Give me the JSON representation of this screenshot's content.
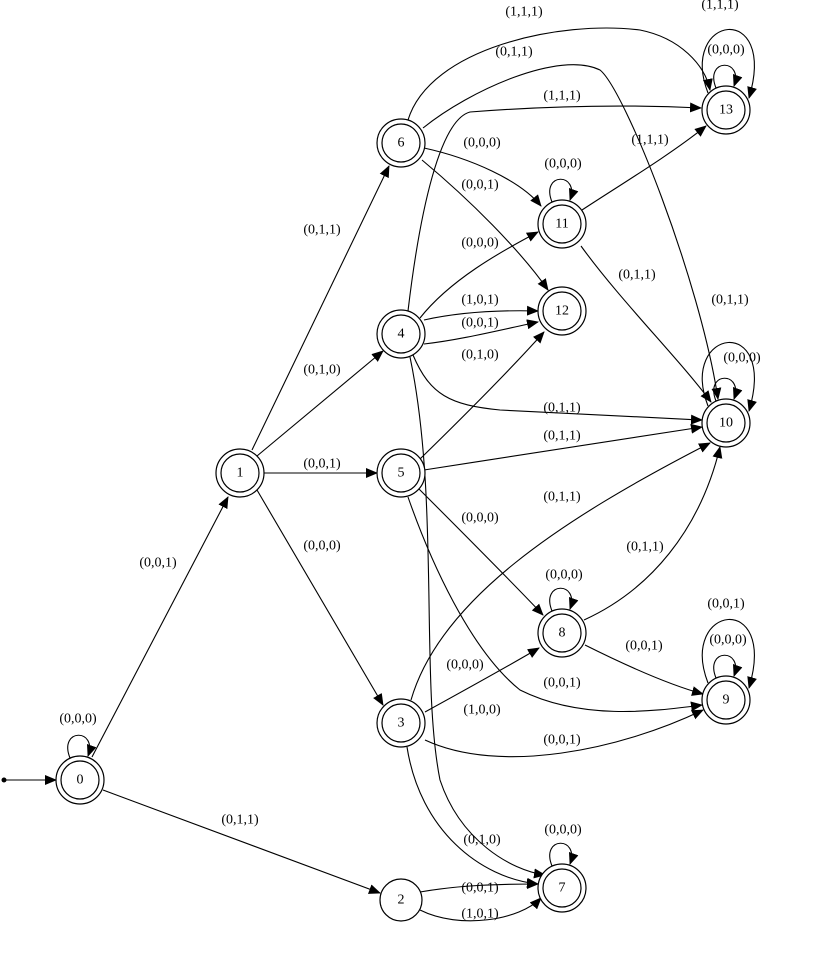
{
  "diagram": {
    "type": "state-machine",
    "initial_state": "0",
    "nodes": [
      {
        "id": "0",
        "label": "0",
        "accepting": true
      },
      {
        "id": "1",
        "label": "1",
        "accepting": true
      },
      {
        "id": "2",
        "label": "2",
        "accepting": false
      },
      {
        "id": "3",
        "label": "3",
        "accepting": true
      },
      {
        "id": "4",
        "label": "4",
        "accepting": true
      },
      {
        "id": "5",
        "label": "5",
        "accepting": true
      },
      {
        "id": "6",
        "label": "6",
        "accepting": true
      },
      {
        "id": "7",
        "label": "7",
        "accepting": true
      },
      {
        "id": "8",
        "label": "8",
        "accepting": true
      },
      {
        "id": "9",
        "label": "9",
        "accepting": true
      },
      {
        "id": "10",
        "label": "10",
        "accepting": true
      },
      {
        "id": "11",
        "label": "11",
        "accepting": true
      },
      {
        "id": "12",
        "label": "12",
        "accepting": true
      },
      {
        "id": "13",
        "label": "13",
        "accepting": true
      }
    ],
    "edges": [
      {
        "from": "0",
        "to": "0",
        "label": "(0,0,0)"
      },
      {
        "from": "0",
        "to": "1",
        "label": "(0,0,1)"
      },
      {
        "from": "0",
        "to": "2",
        "label": "(0,1,1)"
      },
      {
        "from": "1",
        "to": "6",
        "label": "(0,1,1)"
      },
      {
        "from": "1",
        "to": "4",
        "label": "(0,1,0)"
      },
      {
        "from": "1",
        "to": "5",
        "label": "(0,0,1)"
      },
      {
        "from": "1",
        "to": "3",
        "label": "(0,0,0)"
      },
      {
        "from": "6",
        "to": "13",
        "label": "(1,1,1)"
      },
      {
        "from": "6",
        "to": "10",
        "label": "(0,1,1)"
      },
      {
        "from": "6",
        "to": "11",
        "label": "(0,0,0)"
      },
      {
        "from": "6",
        "to": "12",
        "label": "(0,0,1)"
      },
      {
        "from": "4",
        "to": "13",
        "label": "(1,1,1)"
      },
      {
        "from": "4",
        "to": "11",
        "label": "(0,0,0)"
      },
      {
        "from": "4",
        "to": "12",
        "label": "(1,0,1)"
      },
      {
        "from": "4",
        "to": "12",
        "label": "(0,0,1)"
      },
      {
        "from": "4",
        "to": "10",
        "label": "(0,1,1)"
      },
      {
        "from": "4",
        "to": "7",
        "label": "(1,0,0)"
      },
      {
        "from": "5",
        "to": "12",
        "label": "(0,1,0)"
      },
      {
        "from": "5",
        "to": "10",
        "label": "(0,1,1)"
      },
      {
        "from": "5",
        "to": "8",
        "label": "(0,0,0)"
      },
      {
        "from": "5",
        "to": "9",
        "label": "(0,0,1)"
      },
      {
        "from": "3",
        "to": "10",
        "label": "(0,1,1)"
      },
      {
        "from": "3",
        "to": "8",
        "label": "(0,0,0)"
      },
      {
        "from": "3",
        "to": "9",
        "label": "(0,0,1)"
      },
      {
        "from": "3",
        "to": "7",
        "label": "(0,1,0)"
      },
      {
        "from": "2",
        "to": "7",
        "label": "(0,0,1)"
      },
      {
        "from": "2",
        "to": "7",
        "label": "(1,0,1)"
      },
      {
        "from": "11",
        "to": "11",
        "label": "(0,0,0)"
      },
      {
        "from": "11",
        "to": "13",
        "label": "(1,1,1)"
      },
      {
        "from": "11",
        "to": "10",
        "label": "(0,1,1)"
      },
      {
        "from": "13",
        "to": "13",
        "label": "(1,1,1)"
      },
      {
        "from": "13",
        "to": "13",
        "label": "(0,0,0)"
      },
      {
        "from": "10",
        "to": "10",
        "label": "(0,1,1)"
      },
      {
        "from": "10",
        "to": "10",
        "label": "(0,0,0)"
      },
      {
        "from": "8",
        "to": "8",
        "label": "(0,0,0)"
      },
      {
        "from": "8",
        "to": "10",
        "label": "(0,1,1)"
      },
      {
        "from": "8",
        "to": "9",
        "label": "(0,0,1)"
      },
      {
        "from": "9",
        "to": "9",
        "label": "(0,0,1)"
      },
      {
        "from": "9",
        "to": "9",
        "label": "(0,0,0)"
      },
      {
        "from": "7",
        "to": "7",
        "label": "(0,0,0)"
      }
    ]
  }
}
